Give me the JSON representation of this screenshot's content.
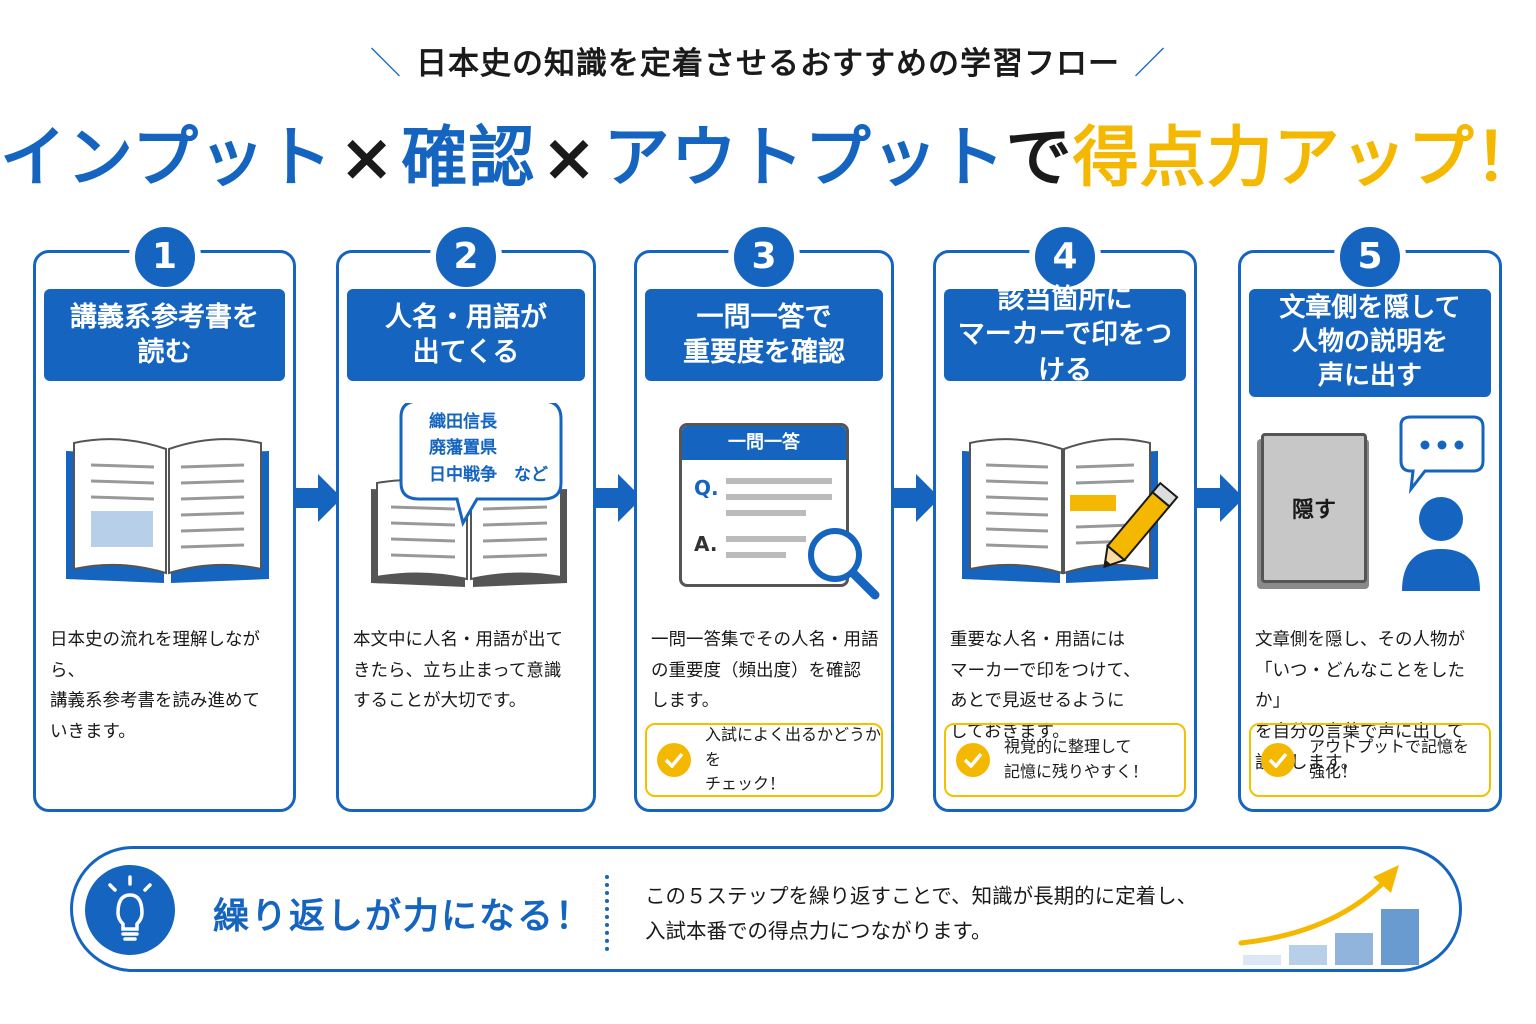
{
  "header": {
    "subtitle": "日本史の知識を定着させるおすすめの学習フロー",
    "slash_left": "＼",
    "slash_right": "／",
    "headline_parts": {
      "input": "インプット",
      "times1": "×",
      "confirm": "確認",
      "times2": "×",
      "output": "アウトプット",
      "de": "で",
      "score_up": "得点力アップ！"
    }
  },
  "steps": [
    {
      "number": "1",
      "title": "講義系参考書を\n読む",
      "description": "日本史の流れを理解しながら、\n講義系参考書を読み進めて\nいきます。"
    },
    {
      "number": "2",
      "title": "人名・用語が\n出てくる",
      "bubble_lines": [
        "織田信長",
        "廃藩置県",
        "日中戦争　など"
      ],
      "description": "本文中に人名・用語が出て\nきたら、立ち止まって意識\nすることが大切です。"
    },
    {
      "number": "3",
      "title": "一問一答で\n重要度を確認",
      "card_title": "一問一答",
      "card_q": "Q.",
      "card_a": "A.",
      "description": "一問一答集でその人名・用語\nの重要度（頻出度）を確認\nします。",
      "check": "入試によく出るかどうかを\nチェック！"
    },
    {
      "number": "4",
      "title": "該当箇所に\nマーカーで印をつける",
      "description": "重要な人名・用語には\nマーカーで印をつけて、\nあとで見返せるように\nしておきます。",
      "check": "視覚的に整理して\n記憶に残りやすく！"
    },
    {
      "number": "5",
      "title": "文章側を隠して\n人物の説明を\n声に出す",
      "hide_label": "隠す",
      "description": "文章側を隠し、その人物が\n「いつ・どんなことをしたか」\nを自分の言葉で声に出して\n説明します。",
      "check": "アウトプットで記憶を\n強化！"
    }
  ],
  "banner": {
    "heading": "繰り返しが力になる！",
    "text": "この５ステップを繰り返すことで、知識が長期的に定着し、\n入試本番での得点力につながります。"
  },
  "colors": {
    "primary_blue": "#1565c0",
    "accent_yellow": "#f5b800",
    "light_blue": "#b7cfe8"
  }
}
